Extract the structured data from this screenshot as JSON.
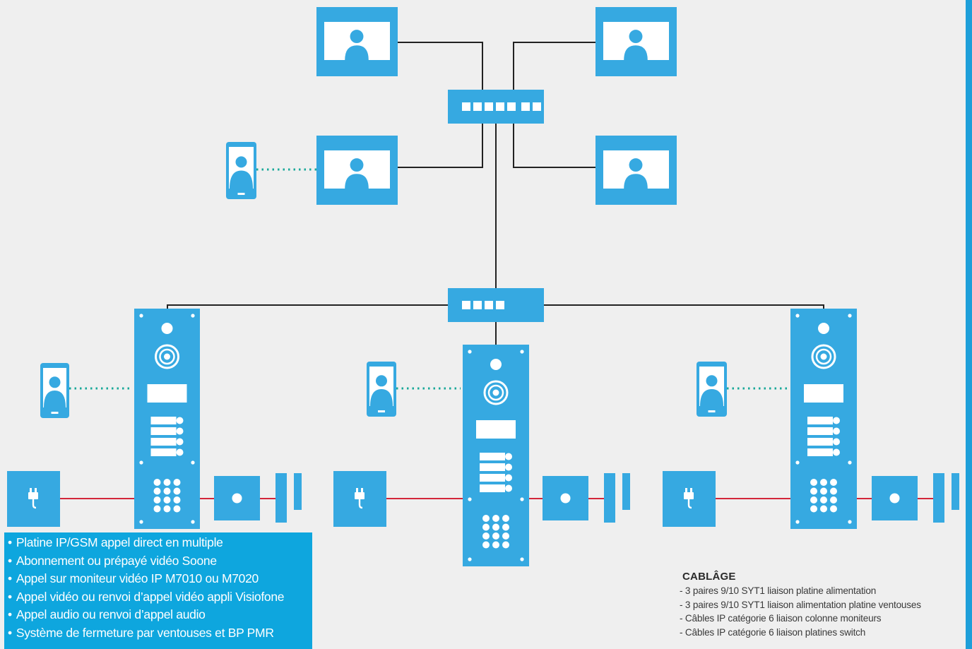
{
  "features": {
    "items": [
      "Platine IP/GSM appel direct en multiple",
      "Abonnement ou prépayé vidéo Soone",
      "Appel sur moniteur vidéo IP M7010 ou M7020",
      "Appel vidéo ou renvoi d’appel vidéo appli Visiofone",
      "Appel audio ou renvoi d’appel audio",
      "Système de fermeture par ventouses et BP PMR"
    ]
  },
  "cabling": {
    "title": "CABLÂGE",
    "items": [
      "3 paires 9/10 SYT1 liaison platine alimentation",
      "3 paires 9/10 SYT1 liaison alimentation platine ventouses",
      "Câbles IP catégorie 6 liaison colonne moniteurs",
      "Câbles IP catégorie 6 liaison platines switch"
    ]
  },
  "colors": {
    "device_blue": "#36a9e1",
    "feature_box": "#0ea6de",
    "network_cable": "#222222",
    "power_cable": "#d3263a",
    "wireless_link": "#1aa89a",
    "background": "#efefef"
  },
  "icons": {
    "monitor": "person-silhouette-icon",
    "smartphone": "smartphone-person-icon",
    "switch": "network-switch-icon",
    "door_panel": "intercom-panel-icon",
    "power_supply": "power-plug-icon",
    "exit_button": "push-button-icon",
    "maglock": "magnetic-lock-icon"
  }
}
